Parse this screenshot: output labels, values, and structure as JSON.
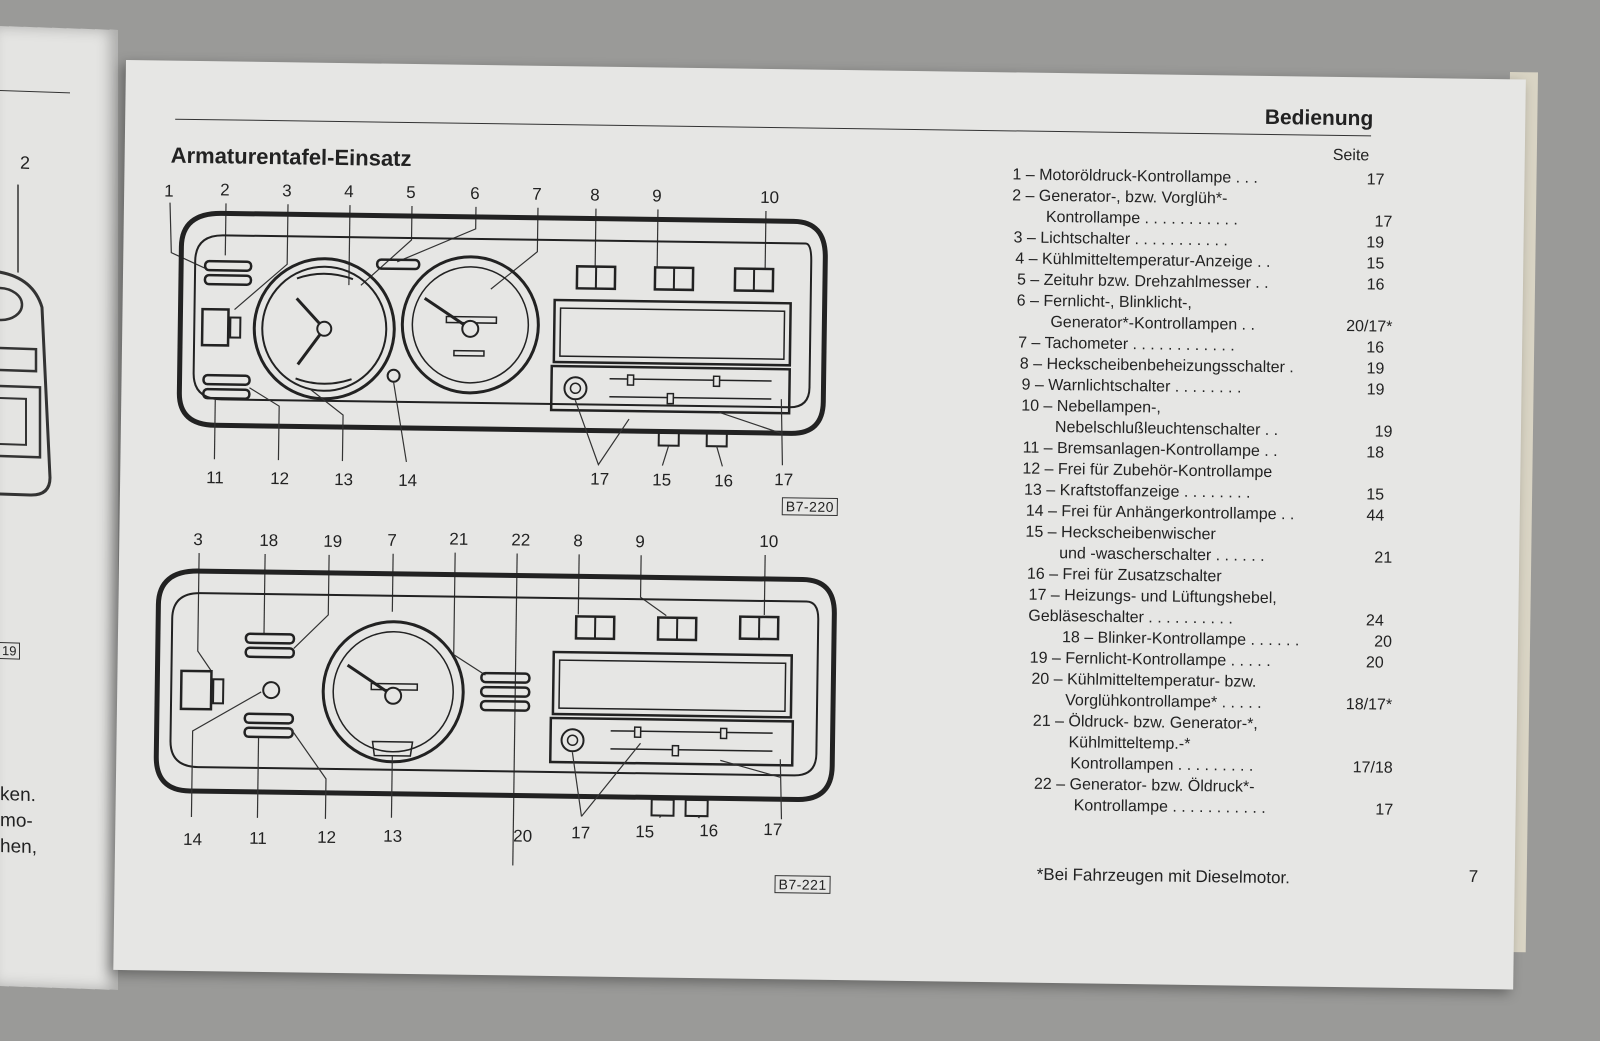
{
  "left_page": {
    "callout_number": "2",
    "badge": "19",
    "fragments": [
      "ken.",
      "mo-",
      "hen,"
    ]
  },
  "header": {
    "section": "Bedienung"
  },
  "title": "Armaturentafel-Einsatz",
  "legend_header": "Seite",
  "legend": [
    {
      "label": "1 – Motoröldruck-Kontrollampe . . .",
      "page": "17"
    },
    {
      "label": "2 – Generator-, bzw. Vorglüh*-",
      "page": ""
    },
    {
      "label": "Kontrollampe . . . . . . . . . . .",
      "page": "17"
    },
    {
      "label": "3 – Lichtschalter . . . . . . . . . . .",
      "page": "19"
    },
    {
      "label": "4 – Kühlmitteltemperatur-Anzeige . .",
      "page": "15"
    },
    {
      "label": "5 – Zeituhr bzw. Drehzahlmesser . .",
      "page": "16"
    },
    {
      "label": "6 – Fernlicht-, Blinklicht-,",
      "page": ""
    },
    {
      "label": "Generator*-Kontrollampen . .",
      "page": "20/17*"
    },
    {
      "label": "7 – Tachometer . . . . . . . . . . . .",
      "page": "16"
    },
    {
      "label": "8 – Heckscheibenbeheizungsschalter .",
      "page": "19"
    },
    {
      "label": "9 – Warnlichtschalter . . . . . . . .",
      "page": "19"
    },
    {
      "label": "10 – Nebellampen-,",
      "page": ""
    },
    {
      "label": "Nebelschlußleuchtenschalter . .",
      "page": "19"
    },
    {
      "label": "11 – Bremsanlagen-Kontrollampe . .",
      "page": "18"
    },
    {
      "label": "12 – Frei für Zubehör-Kontrollampe",
      "page": ""
    },
    {
      "label": "13 – Kraftstoffanzeige . . . . . . . .",
      "page": "15"
    },
    {
      "label": "14 – Frei für Anhängerkontrollampe . .",
      "page": "44"
    },
    {
      "label": "15 – Heckscheibenwischer",
      "page": ""
    },
    {
      "label": "und -wascherschalter . . . . . .",
      "page": "21"
    },
    {
      "label": "16 – Frei für Zusatzschalter",
      "page": ""
    },
    {
      "label": "17 – Heizungs- und Lüftungshebel,",
      "page": ""
    },
    {
      "label": "Gebläseschalter . . . . . . . . . .",
      "page": "24"
    },
    {
      "label": "18 – Blinker-Kontrollampe . . . . . .",
      "page": "20"
    },
    {
      "label": "19 – Fernlicht-Kontrollampe . . . . .",
      "page": "20"
    },
    {
      "label": "20 – Kühlmitteltemperatur- bzw.",
      "page": ""
    },
    {
      "label": "Vorglühkontrollampe* . . . . .",
      "page": "18/17*"
    },
    {
      "label": "21 – Öldruck- bzw. Generator-*,",
      "page": ""
    },
    {
      "label": "Kühlmitteltemp.-*",
      "page": ""
    },
    {
      "label": "Kontrollampen . . . . . . . . .",
      "page": "17/18"
    },
    {
      "label": "22 – Generator- bzw. Öldruck*-",
      "page": ""
    },
    {
      "label": "Kontrollampe . . . . . . . . . . .",
      "page": "17"
    }
  ],
  "diagram1": {
    "code": "B7-220",
    "top_labels": [
      "1",
      "2",
      "3",
      "4",
      "5",
      "6",
      "7",
      "8",
      "9",
      "10"
    ],
    "bottom_labels": [
      "11",
      "12",
      "13",
      "14",
      "17",
      "15",
      "16",
      "17"
    ]
  },
  "diagram2": {
    "code": "B7-221",
    "top_labels": [
      "3",
      "18",
      "19",
      "7",
      "21",
      "22",
      "8",
      "9",
      "10"
    ],
    "bottom_labels": [
      "14",
      "11",
      "12",
      "13",
      "20",
      "17",
      "15",
      "16",
      "17"
    ]
  },
  "footnote": "*Bei Fahrzeugen mit Dieselmotor.",
  "page_number": "7"
}
